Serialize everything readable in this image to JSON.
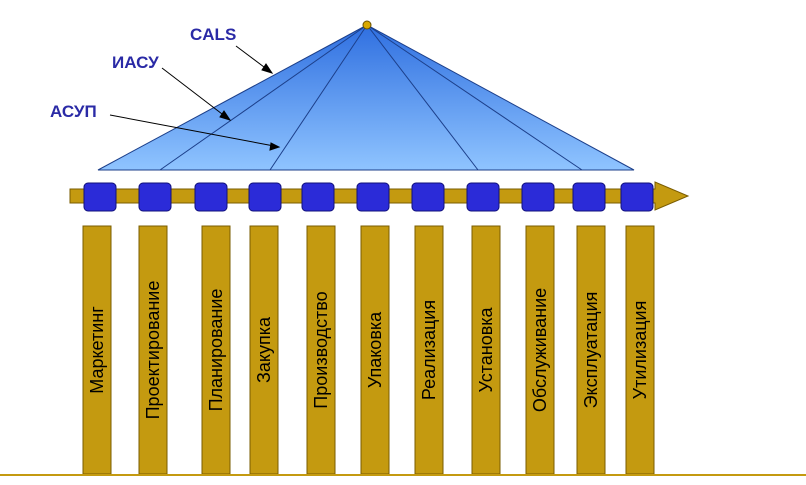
{
  "labels": {
    "cals": "CALS",
    "iasu": "ИАСУ",
    "asup": "АСУП"
  },
  "stages": [
    "Маркетинг",
    "Проектирование",
    "Планирование",
    "Закупка",
    "Производство",
    "Упаковка",
    "Реализация",
    "Установка",
    "Обслуживание",
    "Эксплуатация",
    "Утилизация"
  ],
  "colors": {
    "roof_top": "#2f6fe0",
    "roof_bottom": "#8fc4ff",
    "column": "#c49a10",
    "column_border": "#7a5c00",
    "node": "#2b2bd8",
    "arrow": "#c49a10",
    "label_text": "#2a2aa6",
    "ground_line": "#c49a10"
  }
}
